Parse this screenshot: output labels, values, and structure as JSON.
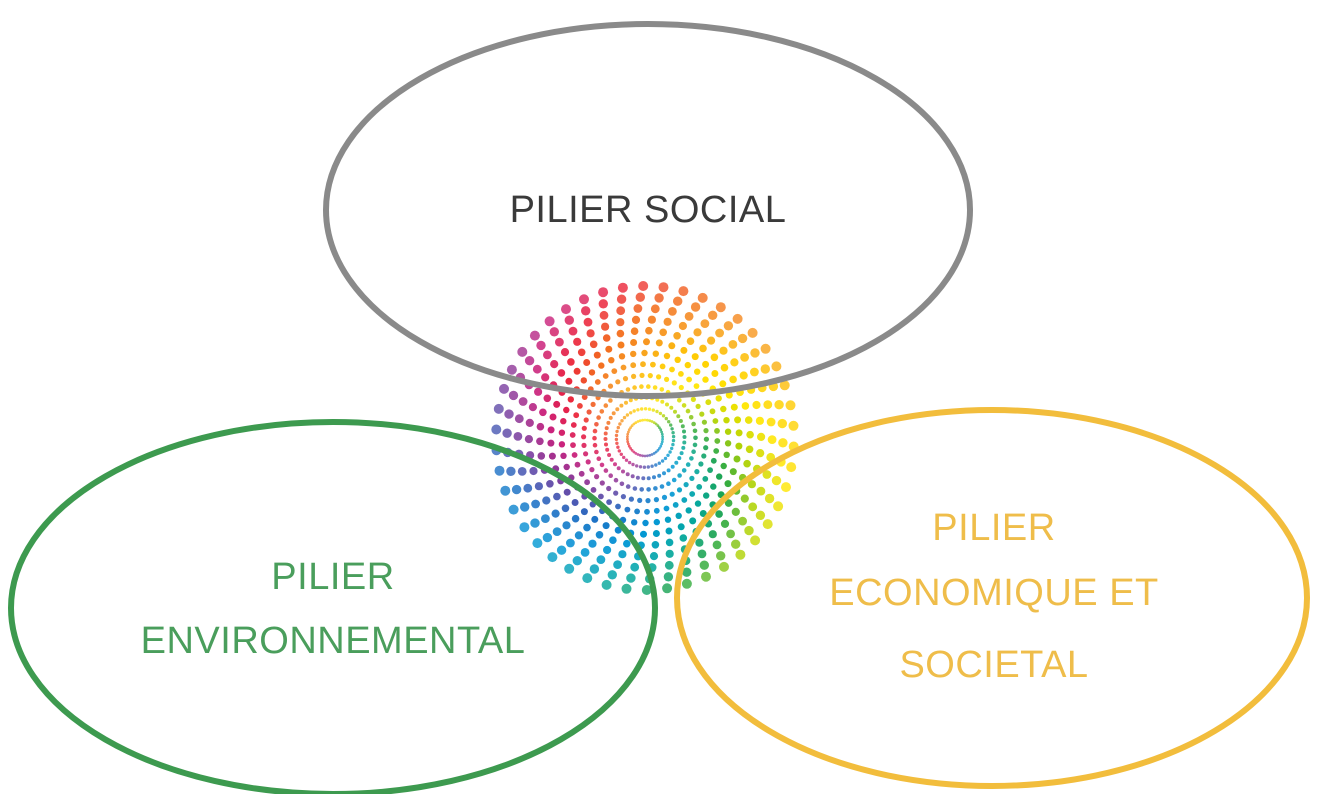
{
  "colors": {
    "social": "#8a8a8a",
    "social_text": "#3a3a3a",
    "environmental": "#3d9a4f",
    "environmental_text": "#4a9e5c",
    "economic": "#f2bd3c",
    "economic_text": "#efbd4a"
  },
  "spiral_logo": {
    "icon": "rainbow-dot-spiral-icon",
    "palette": [
      "#ffe600",
      "#b6d400",
      "#1aa34a",
      "#00a6a6",
      "#0096d6",
      "#1c6fc4",
      "#7a3fa0",
      "#c8207d",
      "#ea1f3d",
      "#f2671d",
      "#f79a1e",
      "#ffcc00"
    ]
  },
  "pillars": {
    "social": {
      "lines": [
        "PILIER SOCIAL"
      ]
    },
    "environmental": {
      "lines": [
        "PILIER",
        "ENVIRONNEMENTAL"
      ]
    },
    "economic": {
      "lines": [
        "PILIER",
        "ECONOMIQUE ET",
        "SOCIETAL"
      ]
    }
  }
}
